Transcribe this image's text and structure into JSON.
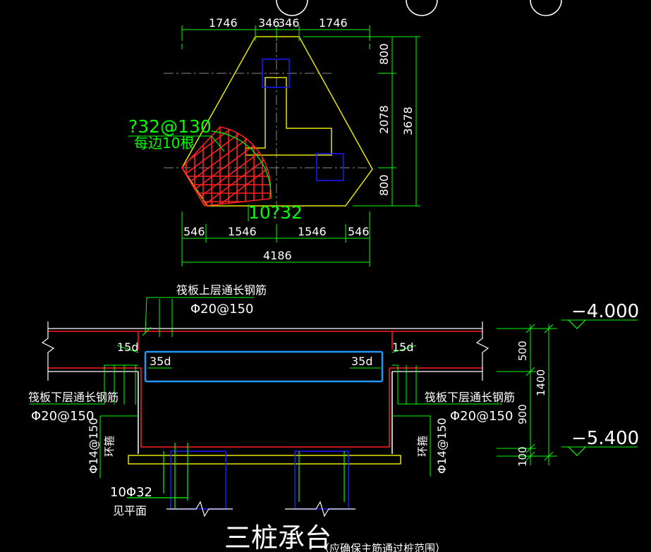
{
  "colors": {
    "background": "#000000",
    "dimension": "#00ff00",
    "outline": "#e6e600",
    "rebar": "#ff2020",
    "column": "#1a1aff",
    "text": "#ffffff",
    "highlight": "#2196f3",
    "axis": "#8a8a8a"
  },
  "plan": {
    "top_dims": [
      "1746",
      "346",
      "346",
      "1746"
    ],
    "right_dims": [
      "800",
      "2078",
      "800"
    ],
    "right_total": "3678",
    "bottom_dims": [
      "546",
      "1546",
      "1546",
      "546"
    ],
    "bottom_total": "4186",
    "rebar_spec": "?32@130",
    "rebar_each_side": "每边10根",
    "rebar_count": "10?32"
  },
  "section": {
    "top_rebar_label": "筏板上层通长钢筋",
    "top_rebar_spec": "Φ20@150",
    "bottom_rebar_label_left": "筏板下层通长钢筋",
    "bottom_rebar_spec_left": "Φ20@150",
    "bottom_rebar_label_right": "筏板下层通长钢筋",
    "bottom_rebar_spec_right": "Φ20@150",
    "lap_top_left": "15d",
    "lap_top_right": "15d",
    "anchor_left": "35d",
    "anchor_right": "35d",
    "stirrup_spec_left": "Φ14@150",
    "stirrup_label_left": "环箍",
    "stirrup_spec_right": "Φ14@150",
    "stirrup_label_right": "环箍",
    "main_bar_spec": "10Φ32",
    "main_bar_note": "见平面",
    "dims": [
      "500",
      "900",
      "100"
    ],
    "dim_total": "1400",
    "elev_top": "−4.000",
    "elev_bottom": "−5.400"
  },
  "title": "三桩承台",
  "note": "（应确保主筋通过桩范围）"
}
